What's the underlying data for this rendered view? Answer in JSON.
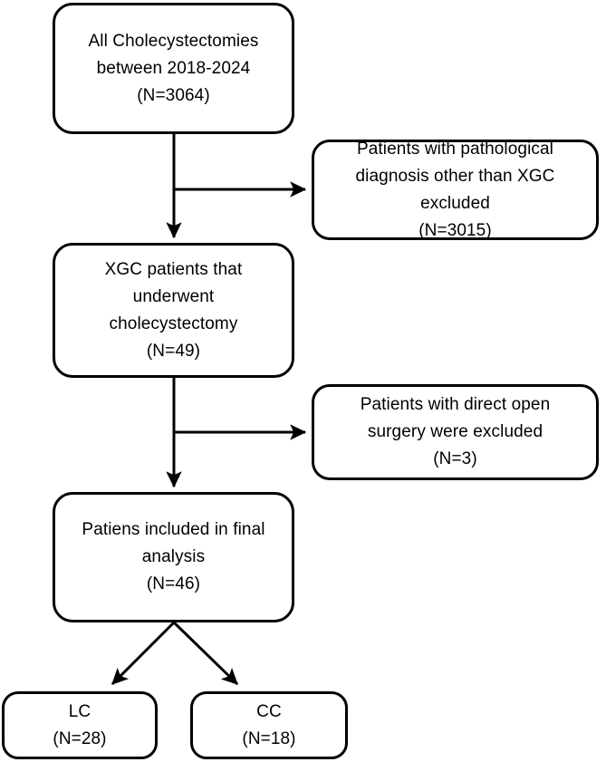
{
  "diagram": {
    "title": "XGC cholecystectomy patient selection flowchart",
    "type": "flowchart",
    "stroke_color": "#000000",
    "fill_color": "#ffffff",
    "nodes": [
      {
        "id": "all-cholecystectomies",
        "text": "All Cholecystectomies\nbetween 2018-2024\n(N=3064)",
        "count": 3064
      },
      {
        "id": "excluded-pathological",
        "text": "Patients with pathological\ndiagnosis other than XGC\nexcluded\n(N=3015)",
        "count": 3015
      },
      {
        "id": "xgc-cholecystectomy",
        "text": "XGC patients that\nunderwent\ncholecystectomy\n(N=49)",
        "count": 49
      },
      {
        "id": "excluded-open-surgery",
        "text": "Patients with direct open\nsurgery were excluded\n(N=3)",
        "count": 3
      },
      {
        "id": "final-analysis",
        "text": "Patiens included in final\nanalysis\n(N=46)",
        "count": 46
      },
      {
        "id": "lc",
        "text": "LC\n(N=28)",
        "count": 28
      },
      {
        "id": "cc",
        "text": "CC\n(N=18)",
        "count": 18
      }
    ]
  }
}
